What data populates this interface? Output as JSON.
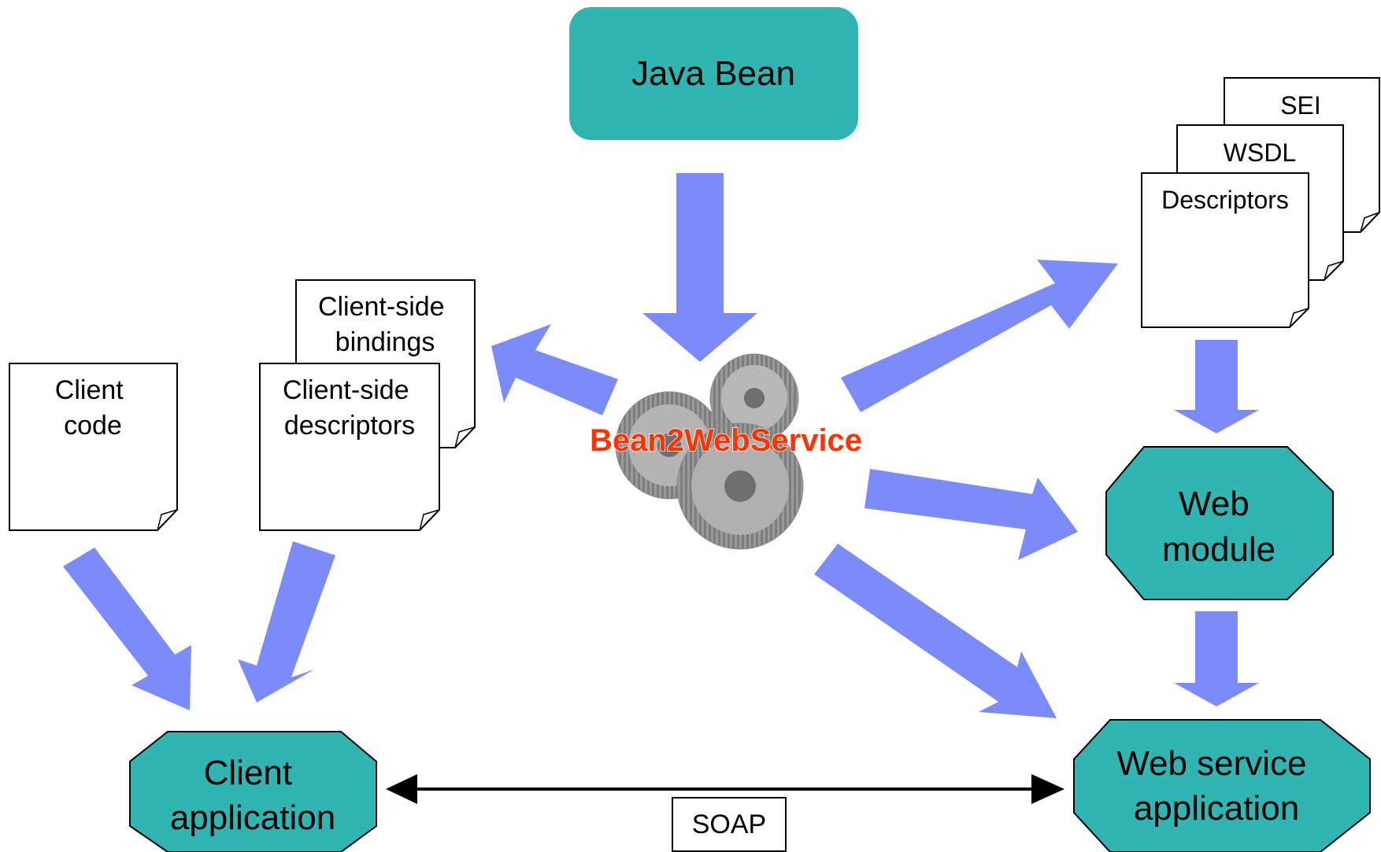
{
  "nodes": {
    "java_bean": "Java Bean",
    "web_module": [
      "Web",
      "module"
    ],
    "web_service_app": [
      "Web service",
      "application"
    ],
    "client_app": [
      "Client",
      "application"
    ]
  },
  "documents": {
    "sei": "SEI",
    "wsdl": "WSDL",
    "descriptors": "Descriptors",
    "client_bindings": [
      "Client-side",
      "bindings"
    ],
    "client_descriptors": [
      "Client-side",
      "descriptors"
    ],
    "client_code": [
      "Client",
      "code"
    ]
  },
  "tool": {
    "label": "Bean2WebService"
  },
  "connector": {
    "label": "SOAP"
  },
  "colors": {
    "node_fill": "#30B5B3",
    "arrow_fill": "#7B8CFA",
    "tool_label": "#FF3300",
    "gear": "#9A9A9A"
  }
}
